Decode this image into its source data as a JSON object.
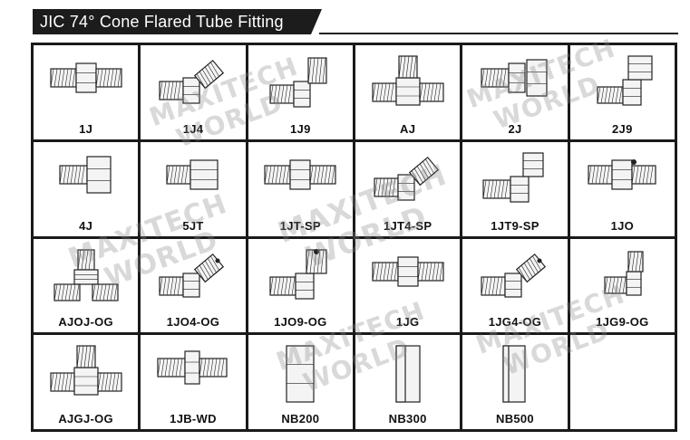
{
  "header": {
    "title": "JIC 74° Cone Flared Tube Fitting",
    "bar_color": "#1c1c1c"
  },
  "watermark": {
    "line1": "MAXITECH",
    "line2": "WORLD",
    "color": "#8a8a8a"
  },
  "fittings": [
    {
      "code": "1J",
      "shape": "straight-union"
    },
    {
      "code": "1J4",
      "shape": "elbow-45"
    },
    {
      "code": "1J9",
      "shape": "elbow-90"
    },
    {
      "code": "AJ",
      "shape": "tee"
    },
    {
      "code": "2J",
      "shape": "straight-swivel"
    },
    {
      "code": "2J9",
      "shape": "elbow-90-swivel"
    },
    {
      "code": "4J",
      "shape": "straight-cap"
    },
    {
      "code": "5JT",
      "shape": "straight-short"
    },
    {
      "code": "1JT-SP",
      "shape": "straight-union"
    },
    {
      "code": "1JT4-SP",
      "shape": "elbow-45"
    },
    {
      "code": "1JT9-SP",
      "shape": "elbow-90-nut"
    },
    {
      "code": "1JO",
      "shape": "straight-oring"
    },
    {
      "code": "AJOJ-OG",
      "shape": "tee-vertical"
    },
    {
      "code": "1JO4-OG",
      "shape": "elbow-45-oring"
    },
    {
      "code": "1JO9-OG",
      "shape": "elbow-90-oring"
    },
    {
      "code": "1JG",
      "shape": "straight-union"
    },
    {
      "code": "1JG4-OG",
      "shape": "elbow-45-oring"
    },
    {
      "code": "1JG9-OG",
      "shape": "elbow-90-small"
    },
    {
      "code": "AJGJ-OG",
      "shape": "tee"
    },
    {
      "code": "1JB-WD",
      "shape": "straight-bulkhead"
    },
    {
      "code": "NB200",
      "shape": "nut"
    },
    {
      "code": "NB300",
      "shape": "sleeve"
    },
    {
      "code": "NB500",
      "shape": "sleeve-tall"
    },
    {
      "code": "",
      "shape": "empty"
    }
  ]
}
